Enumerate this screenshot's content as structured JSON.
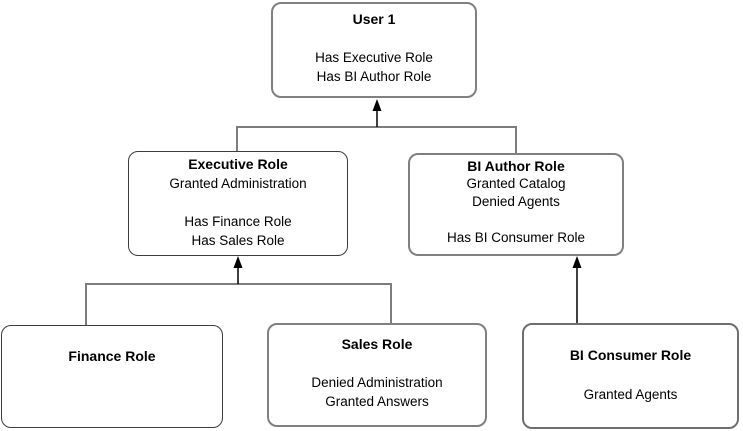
{
  "diagram": {
    "title": "User role hierarchy diagram",
    "background_color": "#ffffff",
    "line_color": "#7d7d7d",
    "arrow_color": "#000000",
    "nodes": {
      "user1": {
        "title": "User 1",
        "body": [
          "",
          "Has Executive Role",
          "Has BI Author Role"
        ]
      },
      "executive": {
        "title": "Executive Role",
        "body": [
          "Granted Administration",
          "",
          "Has Finance Role",
          "Has Sales Role"
        ]
      },
      "bi_author": {
        "title": "BI Author Role",
        "body": [
          "Granted Catalog",
          "Denied Agents",
          "",
          "Has BI Consumer Role"
        ]
      },
      "finance": {
        "title": "Finance Role",
        "body": []
      },
      "sales": {
        "title": "Sales Role",
        "body": [
          "",
          "Denied Administration",
          "Granted Answers"
        ]
      },
      "bi_consumer": {
        "title": "BI Consumer Role",
        "body": [
          "",
          "Granted Agents"
        ]
      }
    },
    "edges": [
      {
        "from": "Executive Role",
        "to": "User 1"
      },
      {
        "from": "BI Author Role",
        "to": "User 1"
      },
      {
        "from": "Finance Role",
        "to": "Executive Role"
      },
      {
        "from": "Sales Role",
        "to": "Executive Role"
      },
      {
        "from": "BI Consumer Role",
        "to": "BI Author Role"
      }
    ]
  }
}
